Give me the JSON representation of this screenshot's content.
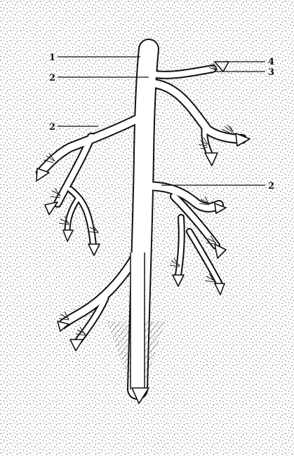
{
  "diagram": {
    "labels": [
      {
        "id": "label-1-upper",
        "text": "1"
      },
      {
        "id": "label-2-upper",
        "text": "2"
      },
      {
        "id": "label-2-left",
        "text": "2"
      },
      {
        "id": "label-2-right",
        "text": "2"
      },
      {
        "id": "label-4",
        "text": "4"
      },
      {
        "id": "label-3",
        "text": "3"
      }
    ],
    "colors": {
      "background_stipple": "#6e6e6e",
      "channel_fill": "#ffffff",
      "outline": "#111111"
    }
  }
}
